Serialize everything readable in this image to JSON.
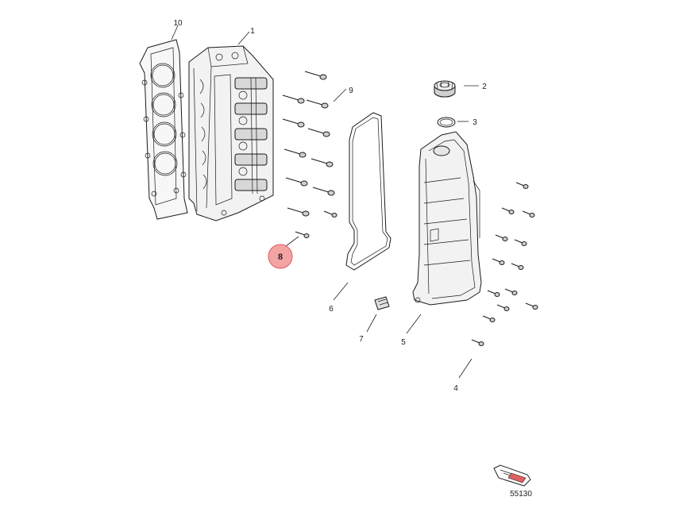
{
  "diagram": {
    "figure_number": "55130",
    "highlight_color": "#f4a3a3",
    "highlight_stroke": "#e05a5a",
    "callouts": [
      {
        "id": "c1",
        "label": "1"
      },
      {
        "id": "c2",
        "label": "2"
      },
      {
        "id": "c3",
        "label": "3"
      },
      {
        "id": "c4",
        "label": "4"
      },
      {
        "id": "c5",
        "label": "5"
      },
      {
        "id": "c6",
        "label": "6"
      },
      {
        "id": "c7",
        "label": "7"
      },
      {
        "id": "c8",
        "label": "8",
        "highlighted": true
      },
      {
        "id": "c9",
        "label": "9"
      },
      {
        "id": "c10",
        "label": "10"
      }
    ]
  }
}
